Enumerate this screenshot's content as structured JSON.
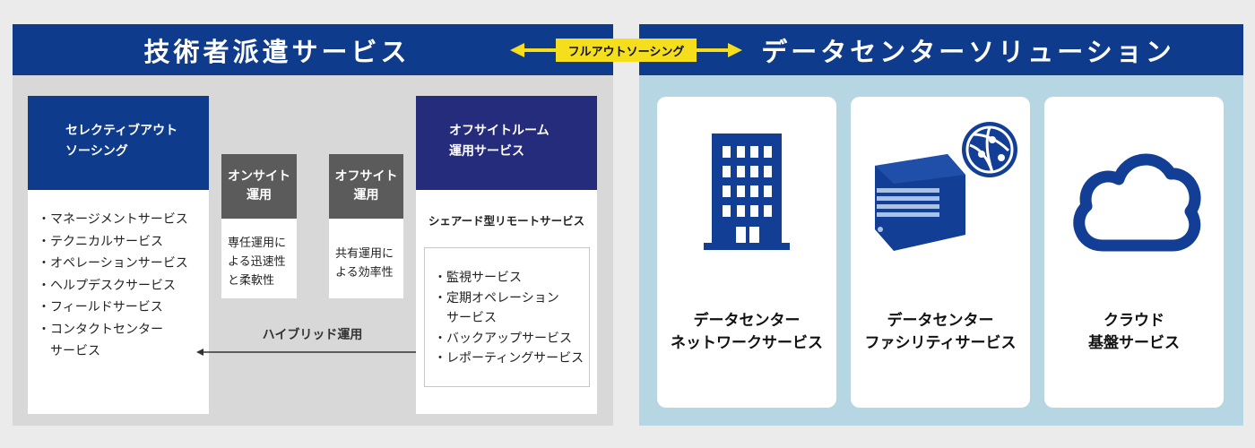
{
  "left_title": "技術者派遣サービス",
  "right_title": "データセンターソリューション",
  "link_label": "フルアウトソーシング",
  "selective": {
    "title_lines": [
      "セレクティブアウト",
      "ソーシング"
    ],
    "items": [
      "・マネージメントサービス",
      "・テクニカルサービス",
      "・オペレーションサービス",
      "・ヘルプデスクサービス",
      "・フィールドサービス",
      "・コンタクトセンター",
      "　サービス"
    ]
  },
  "onsite": {
    "title_lines": [
      "オンサイト",
      "運用"
    ],
    "desc_lines": [
      "専任運用に",
      "よる迅速性",
      "と柔軟性"
    ]
  },
  "offsite": {
    "title_lines": [
      "オフサイト",
      "運用"
    ],
    "desc_lines": [
      "共有運用に",
      "よる効率性"
    ]
  },
  "hybrid_label": "ハイブリッド運用",
  "offsite_room": {
    "title_lines": [
      "オフサイトルーム",
      "運用サービス"
    ],
    "subtitle": "シェアード型リモートサービス",
    "items": [
      "・監視サービス",
      "・定期オペレーション",
      "　サービス",
      "・バックアップサービス",
      "・レポーティングサービス"
    ]
  },
  "services": [
    {
      "icon": "office-building-icon",
      "label_lines": [
        "データセンター",
        "ネットワークサービス"
      ]
    },
    {
      "icon": "server-globe-icon",
      "label_lines": [
        "データセンター",
        "ファシリティサービス"
      ]
    },
    {
      "icon": "cloud-icon",
      "label_lines": [
        "クラウド",
        "基盤サービス"
      ]
    }
  ],
  "colors": {
    "navy": "#0f3b8c",
    "purple": "#262c7c",
    "yellow": "#f5de1b",
    "gray": "#5b5b5b",
    "light_blue": "#b7d6e3",
    "icon_blue": "#123f95"
  }
}
